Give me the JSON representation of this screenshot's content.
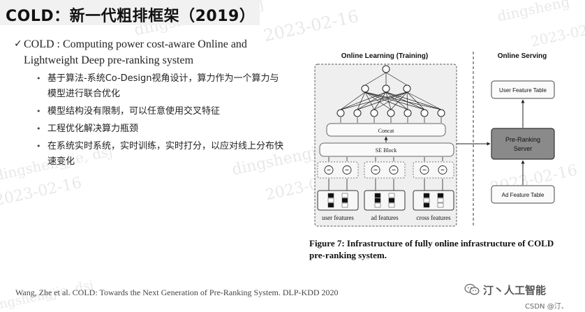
{
  "slide": {
    "title": "COLD：新一代粗排框架（2019）",
    "main_bullet": {
      "check": "✓",
      "text": "COLD : Computing power cost-aware Online and Lightweight Deep pre-ranking system"
    },
    "sub_bullets": [
      "基于算法-系统Co-Design视角设计，算力作为一个算力与模型进行联合优化",
      "模型结构没有限制，可以任意使用交叉特征",
      "工程优化解决算力瓶颈",
      "在系统实时系统，实时训练，实时打分，以应对线上分布快速变化"
    ]
  },
  "figure": {
    "online_learning_title": "Online Learning (Training)",
    "online_serving_title": "Online Serving",
    "concat_label": "Concat",
    "se_block_label": "SE Block",
    "feature_labels": [
      "user features",
      "ad features",
      "cross features"
    ],
    "user_feature_table": "User Feature Table",
    "pre_ranking_server": [
      "Pre-Ranking",
      "Server"
    ],
    "ad_feature_table": "Ad Feature Table",
    "caption": "Figure 7: Infrastructure of fully online infrastructure of COLD pre-ranking system."
  },
  "footer": {
    "reference": "Wang, Zhe et al. COLD: Towards the Next Generation of Pre-Ranking System.  DLP-KDD 2020",
    "brand": "汀丶人工智能",
    "csdn": "CSDN @汀、"
  },
  "watermarks": [
    {
      "text": "dingshengjie, dsj"
    },
    {
      "text": "2023-02-16"
    },
    {
      "text": "dingshengjie, dsj"
    },
    {
      "text": "2023-02-16"
    },
    {
      "text": "dingshengjie, dsj"
    },
    {
      "text": "2023-02-16"
    },
    {
      "text": "dingsheng"
    },
    {
      "text": "2023-02-"
    },
    {
      "text": "dingshengjie, dsj"
    },
    {
      "text": "2023-02-16"
    }
  ],
  "colors": {
    "server_fill": "#8a8a8a",
    "title_bar": "#f1f1f1",
    "watermark": "#969696"
  }
}
